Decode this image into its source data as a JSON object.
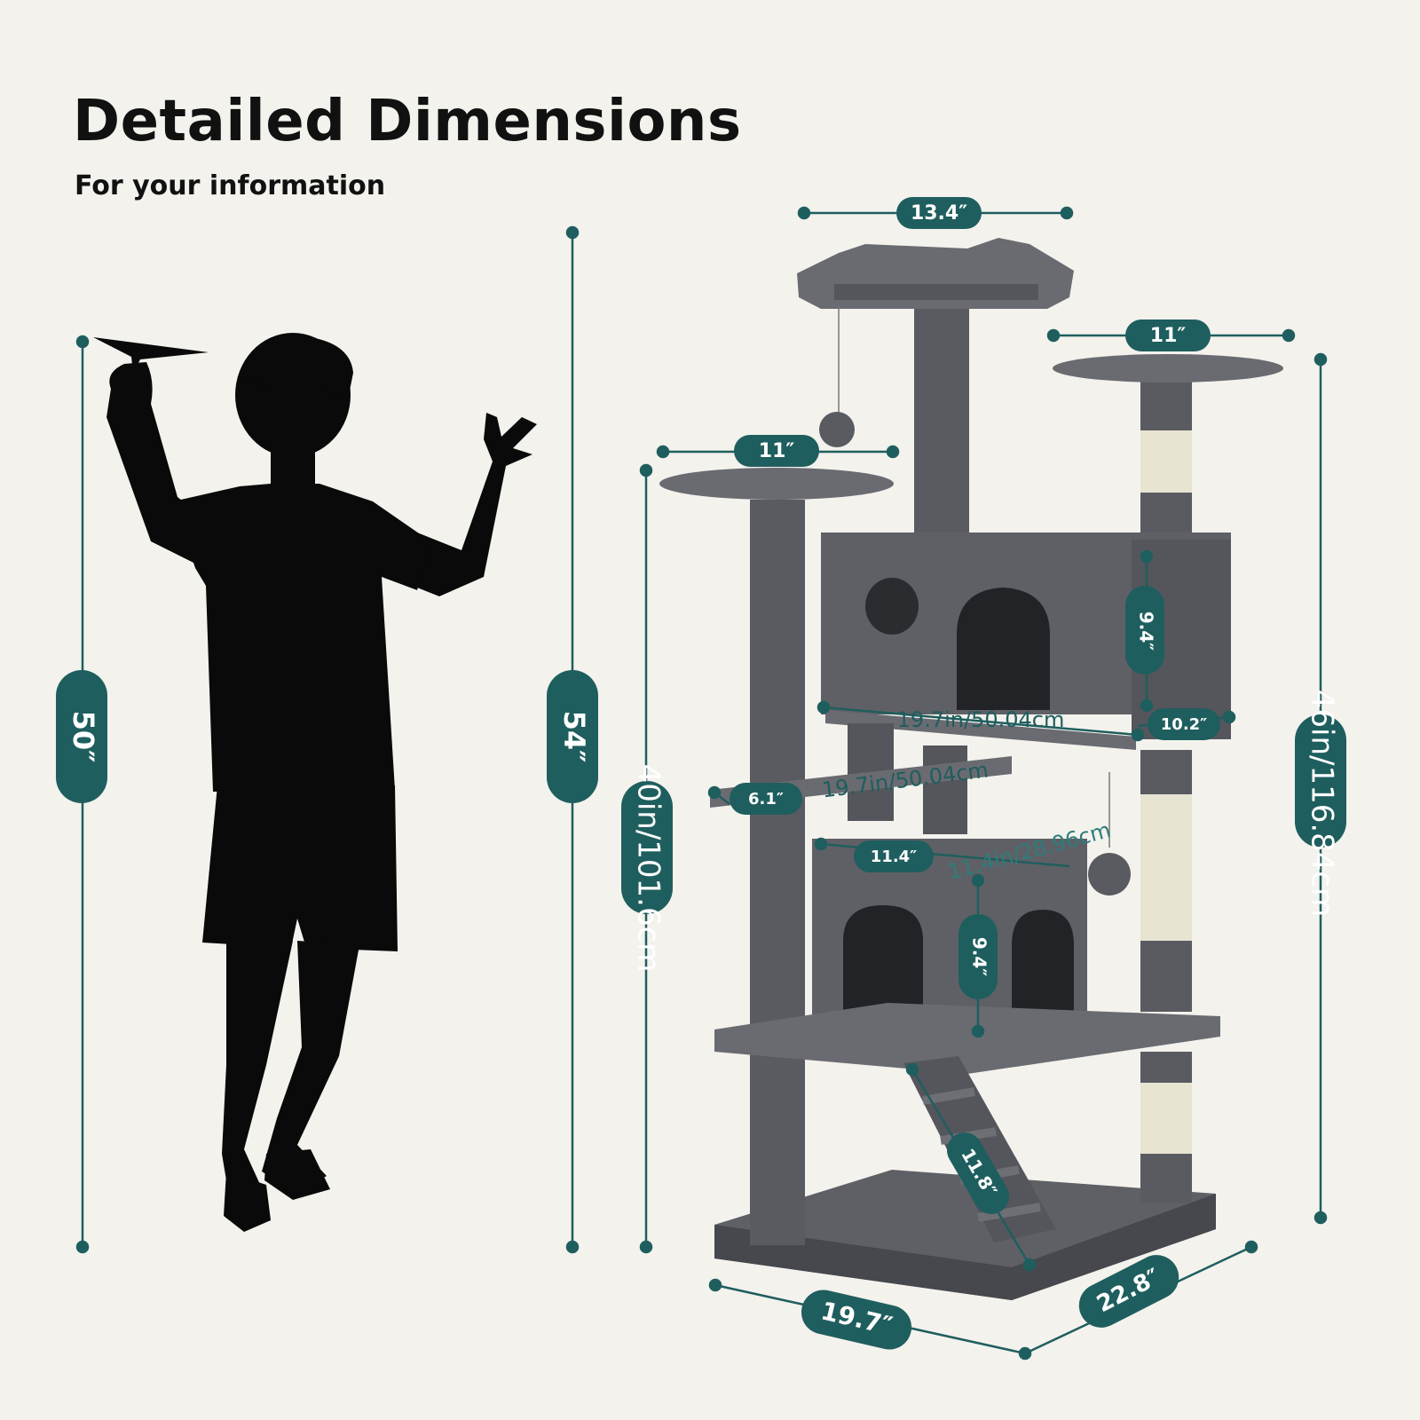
{
  "header": {
    "title": "Detailed Dimensions",
    "subtitle": "For your information"
  },
  "colors": {
    "background": "#f3f2ed",
    "accent": "#1f5e5e",
    "silhouette": "#0a0a0a",
    "plush": "#5f6066",
    "plush_dark": "#47484d",
    "sisal": "#e8e4d2"
  },
  "figure": {
    "label": "child-silhouette-with-paper-plane"
  },
  "measurements": {
    "child_height": "50″",
    "total_height": "54″",
    "left_post_height": "40in/101.6cm",
    "right_post_height": "46in/116.84cm",
    "top_perch_width": "13.4″",
    "right_platform_width": "11″",
    "left_platform_width": "11″",
    "upper_condo_height": "9.4″",
    "upper_condo_width": "19.7in/50.04cm",
    "upper_condo_depth": "10.2″",
    "small_step_width": "6.1″",
    "small_step_length": "19.7in/50.04cm",
    "lower_condo_width": "11.4″",
    "lower_condo_depth": "11.4in/28.96cm",
    "lower_condo_height": "9.4″",
    "ramp_length": "11.8″",
    "base_width": "19.7″",
    "base_depth": "22.8″"
  }
}
